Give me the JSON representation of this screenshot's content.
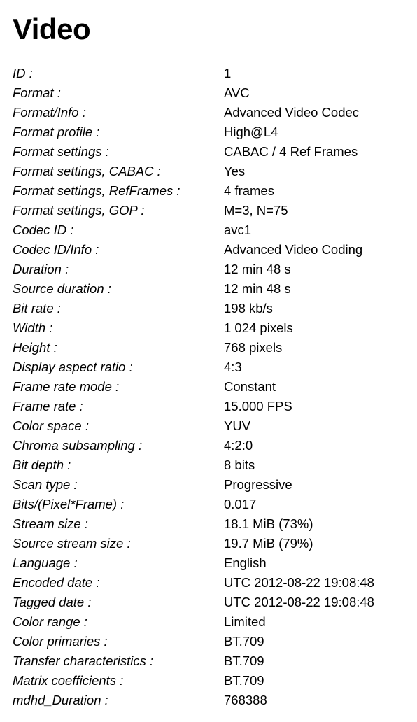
{
  "section": {
    "title": "Video",
    "rows": [
      {
        "label": "ID :",
        "value": "1"
      },
      {
        "label": "Format :",
        "value": "AVC"
      },
      {
        "label": "Format/Info :",
        "value": "Advanced Video Codec"
      },
      {
        "label": "Format profile :",
        "value": "High@L4"
      },
      {
        "label": "Format settings :",
        "value": "CABAC / 4 Ref Frames"
      },
      {
        "label": "Format settings, CABAC :",
        "value": "Yes"
      },
      {
        "label": "Format settings, RefFrames :",
        "value": "4 frames"
      },
      {
        "label": "Format settings, GOP :",
        "value": "M=3, N=75"
      },
      {
        "label": "Codec ID :",
        "value": "avc1"
      },
      {
        "label": "Codec ID/Info :",
        "value": "Advanced Video Coding"
      },
      {
        "label": "Duration :",
        "value": "12 min 48 s"
      },
      {
        "label": "Source duration :",
        "value": "12 min 48 s"
      },
      {
        "label": "Bit rate :",
        "value": "198 kb/s"
      },
      {
        "label": "Width :",
        "value": "1 024 pixels"
      },
      {
        "label": "Height :",
        "value": "768 pixels"
      },
      {
        "label": "Display aspect ratio :",
        "value": "4:3"
      },
      {
        "label": "Frame rate mode :",
        "value": "Constant"
      },
      {
        "label": "Frame rate :",
        "value": "15.000 FPS"
      },
      {
        "label": "Color space :",
        "value": "YUV"
      },
      {
        "label": "Chroma subsampling :",
        "value": "4:2:0"
      },
      {
        "label": "Bit depth :",
        "value": "8 bits"
      },
      {
        "label": "Scan type :",
        "value": "Progressive"
      },
      {
        "label": "Bits/(Pixel*Frame) :",
        "value": "0.017"
      },
      {
        "label": "Stream size :",
        "value": "18.1 MiB (73%)"
      },
      {
        "label": "Source stream size :",
        "value": "19.7 MiB (79%)"
      },
      {
        "label": "Language :",
        "value": "English"
      },
      {
        "label": "Encoded date :",
        "value": "UTC 2012-08-22 19:08:48"
      },
      {
        "label": "Tagged date :",
        "value": "UTC 2012-08-22 19:08:48"
      },
      {
        "label": "Color range :",
        "value": "Limited"
      },
      {
        "label": "Color primaries :",
        "value": "BT.709"
      },
      {
        "label": "Transfer characteristics :",
        "value": "BT.709"
      },
      {
        "label": "Matrix coefficients :",
        "value": "BT.709"
      },
      {
        "label": "mdhd_Duration :",
        "value": "768388"
      }
    ]
  }
}
